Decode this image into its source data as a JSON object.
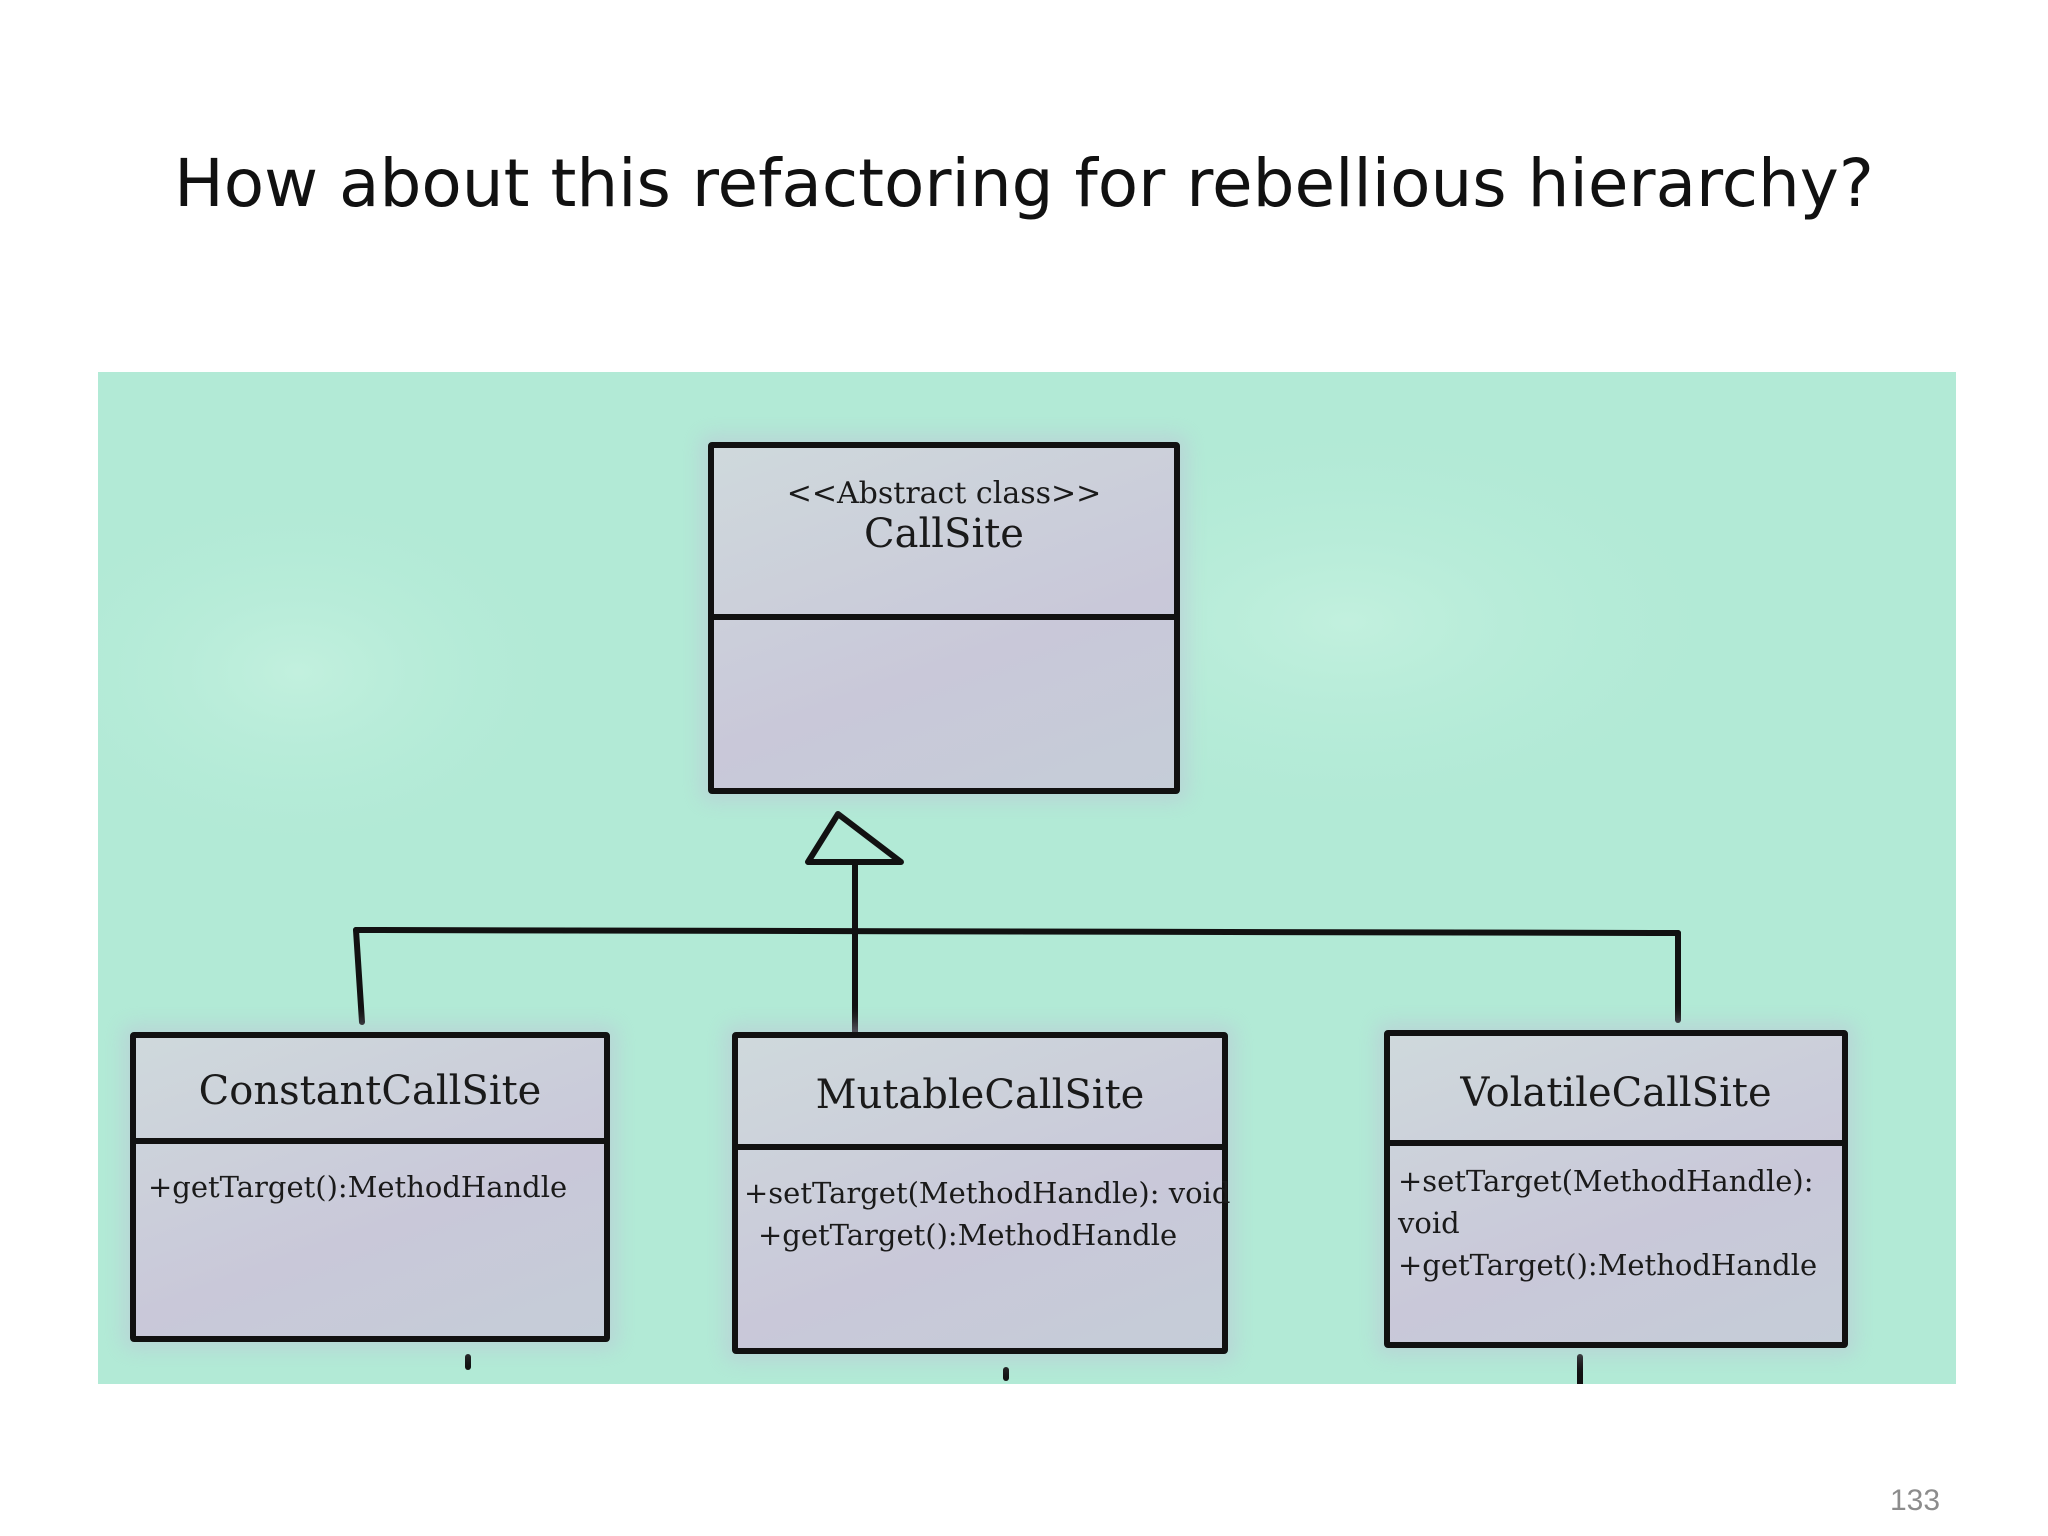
{
  "slide": {
    "title": "How about this refactoring for rebellious hierarchy?",
    "page_number": "133"
  },
  "diagram": {
    "background_color": "#b2ead6",
    "parent": {
      "stereotype": "<<Abstract class>>",
      "name": "CallSite",
      "methods": []
    },
    "children": [
      {
        "name": "ConstantCallSite",
        "methods": [
          "+getTarget():MethodHandle"
        ]
      },
      {
        "name": "MutableCallSite",
        "methods": [
          "+setTarget(MethodHandle): void",
          "+getTarget():MethodHandle"
        ]
      },
      {
        "name": "VolatileCallSite",
        "methods": [
          "+setTarget(MethodHandle):",
          "void",
          "+getTarget():MethodHandle"
        ]
      }
    ],
    "relationship": "inheritance"
  }
}
